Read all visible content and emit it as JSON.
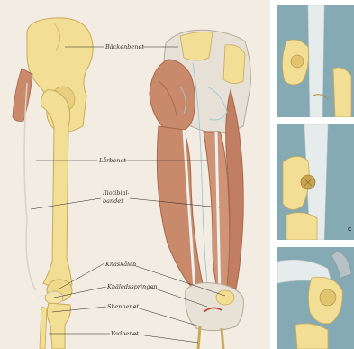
{
  "labels": {
    "backenbenet": "Bäckenbenet",
    "larbenet": "Lårbenet",
    "iliotibial_line1": "Iliotibial-",
    "iliotibial_line2": "bandet",
    "knaskalen": "Knäskålen",
    "knaledsspringan": "Knäledsspringan",
    "skenbenet": "Skenbenet",
    "vadbenet": "Vadbenet"
  },
  "side_strip": {
    "panel_letter": "c"
  },
  "colors": {
    "page_bg": "#f3ece3",
    "bone": "#f2df95",
    "muscle": "#c98a6c",
    "tendon": "#e8ece8",
    "panel_bg": "#86aab4"
  }
}
